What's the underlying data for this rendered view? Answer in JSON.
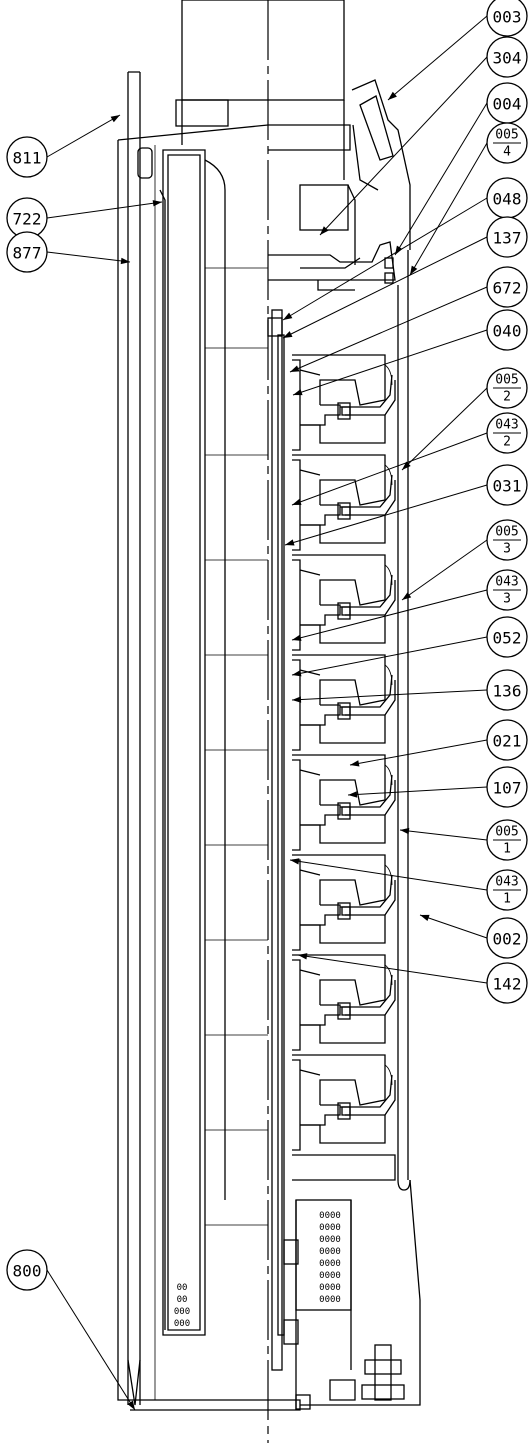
{
  "callouts": {
    "left": [
      {
        "id": "811",
        "label": "811"
      },
      {
        "id": "722",
        "label": "722"
      },
      {
        "id": "877",
        "label": "877"
      },
      {
        "id": "800",
        "label": "800"
      }
    ],
    "right": [
      {
        "id": "003",
        "label": "003"
      },
      {
        "id": "304",
        "label": "304"
      },
      {
        "id": "004",
        "label": "004"
      },
      {
        "id": "005-4",
        "num": "005",
        "den": "4"
      },
      {
        "id": "048",
        "label": "048"
      },
      {
        "id": "137",
        "label": "137"
      },
      {
        "id": "672",
        "label": "672"
      },
      {
        "id": "040",
        "label": "040"
      },
      {
        "id": "005-2",
        "num": "005",
        "den": "2"
      },
      {
        "id": "043-2",
        "num": "043",
        "den": "2"
      },
      {
        "id": "031",
        "label": "031"
      },
      {
        "id": "005-3",
        "num": "005",
        "den": "3"
      },
      {
        "id": "043-3",
        "num": "043",
        "den": "3"
      },
      {
        "id": "052",
        "label": "052"
      },
      {
        "id": "136",
        "label": "136"
      },
      {
        "id": "021",
        "label": "021"
      },
      {
        "id": "107",
        "label": "107"
      },
      {
        "id": "005-1",
        "num": "005",
        "den": "1"
      },
      {
        "id": "043-1",
        "num": "043",
        "den": "1"
      },
      {
        "id": "002",
        "label": "002"
      },
      {
        "id": "142",
        "label": "142"
      }
    ]
  }
}
